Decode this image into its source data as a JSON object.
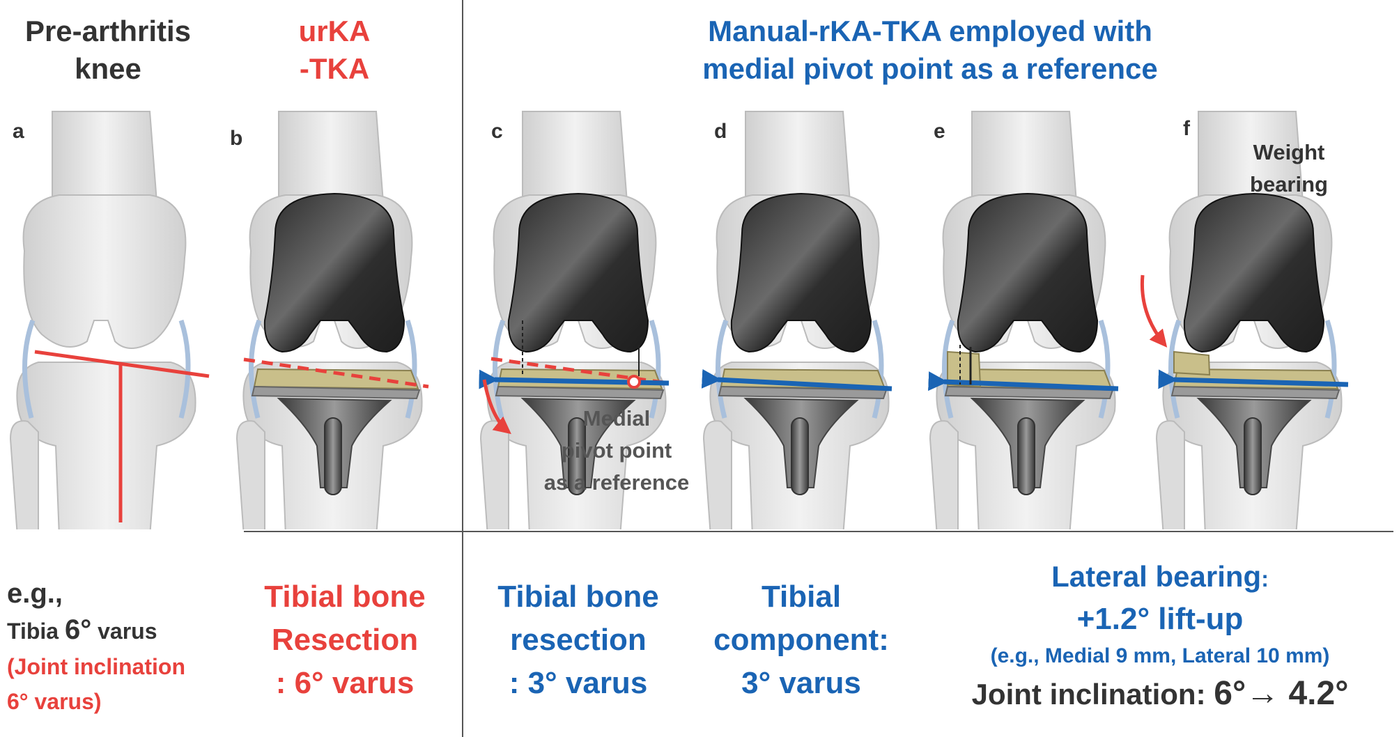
{
  "headers": {
    "pre_arthritis": [
      "Pre-arthritis",
      "knee"
    ],
    "urka": [
      "urKA",
      "-TKA"
    ],
    "manual": [
      "Manual-rKA-TKA employed with",
      "medial pivot point as a reference"
    ]
  },
  "panels": [
    {
      "letter": "a"
    },
    {
      "letter": "b"
    },
    {
      "letter": "c",
      "annotation": [
        "Medial",
        "pivot point",
        "as a reference"
      ]
    },
    {
      "letter": "d"
    },
    {
      "letter": "e"
    },
    {
      "letter": "f",
      "annotation": [
        "Weight",
        "bearing"
      ]
    }
  ],
  "captions": {
    "a": {
      "eg": "e.g.,",
      "tibia_pre": "Tibia ",
      "tibia_deg": "6°",
      "tibia_post": " varus",
      "joint": [
        "(Joint inclination",
        "6° varus)"
      ]
    },
    "b": [
      "Tibial bone",
      "Resection",
      ": 6° varus"
    ],
    "c": [
      "Tibial bone",
      "resection",
      ": 3° varus"
    ],
    "d": [
      "Tibial",
      "component:",
      "3° varus"
    ],
    "ef": {
      "line1_main": "Lateral bearing",
      "line1_suffix": ":",
      "line2": "+1.2° lift-up",
      "line3": "(e.g., Medial 9 mm, Lateral 10 mm)",
      "line4_pre": "Joint inclination: ",
      "line4_val": "6°→ 4.2°"
    }
  },
  "colors": {
    "red": "#e8413c",
    "blue": "#1a64b4",
    "dark": "#333333",
    "bone": "#e6e6e6",
    "implant": "#3a3a3a",
    "insert": "#c9bf8a"
  }
}
